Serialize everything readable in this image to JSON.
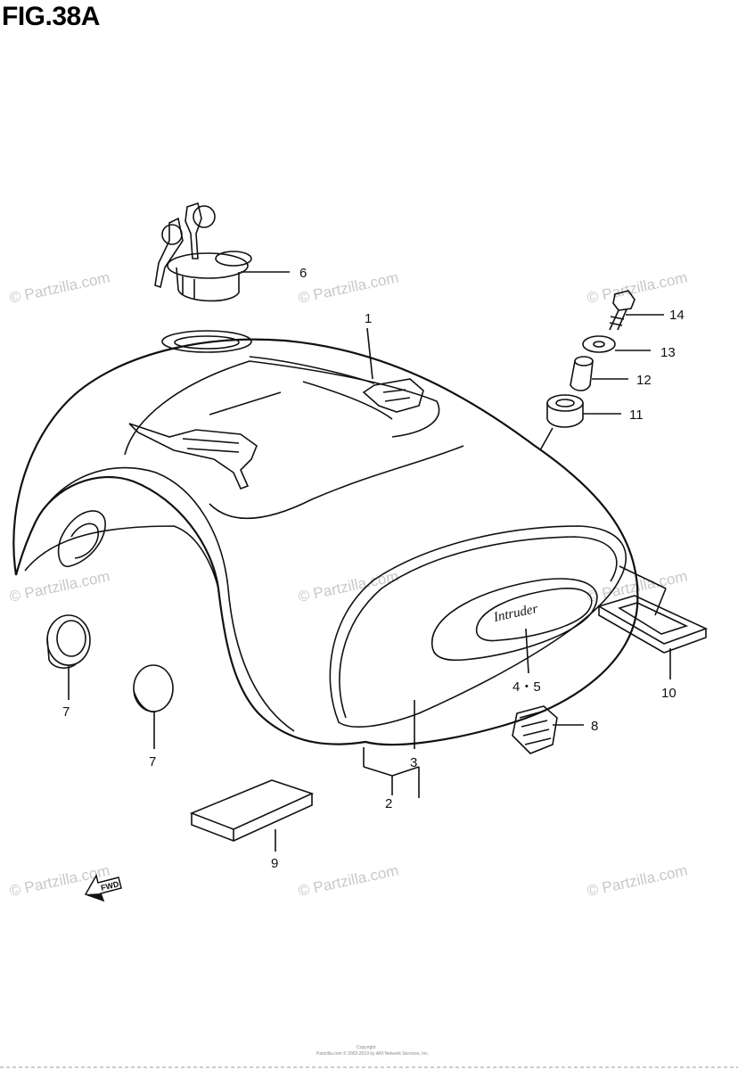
{
  "figure": {
    "title": "FIG.38A"
  },
  "callouts": {
    "c1": "1",
    "c2": "2",
    "c3": "3",
    "c45": "4・5",
    "c6": "6",
    "c7a": "7",
    "c7b": "7",
    "c8": "8",
    "c9": "9",
    "c10": "10",
    "c11": "11",
    "c12": "12",
    "c13": "13",
    "c14": "14"
  },
  "emblem_text": "Intruder",
  "fwd_label": "FWD",
  "watermark": "© Partzilla.com",
  "footer": {
    "line1": "Copyright",
    "line2": "Partzilla.com © 2002-2019 by ARI Network Services, Inc."
  }
}
